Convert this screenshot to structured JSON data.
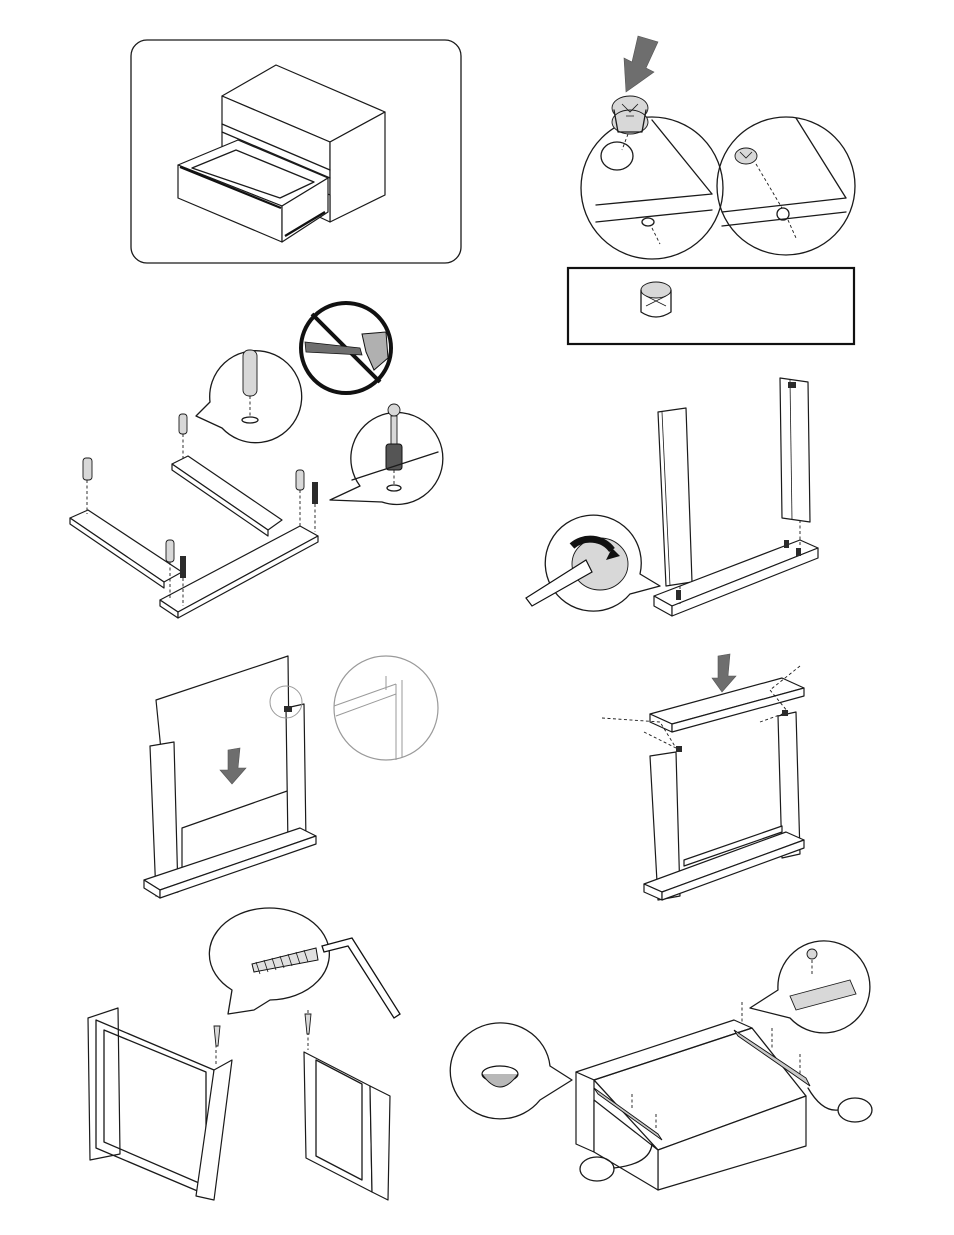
{
  "page": {
    "steps": [
      {
        "id": "overview",
        "description_icon": "nightstand-two-drawers"
      },
      {
        "id": "cam-lock-insert",
        "icon": "cam-lock-icon"
      },
      {
        "id": "dowels-and-pins",
        "icon": "no-hammer-icon"
      },
      {
        "id": "side-panels",
        "icon": "screwdriver-turn-icon"
      },
      {
        "id": "back-panel",
        "icon": "down-arrow-icon"
      },
      {
        "id": "top-panel",
        "icon": "down-arrow-icon"
      },
      {
        "id": "allen-key-screws",
        "icon": "allen-key-icon"
      },
      {
        "id": "drawer-slides",
        "icon": "felt-pad-icon"
      }
    ],
    "callouts": {
      "cam_box_text": "",
      "left_oval_label": "",
      "right_oval_label": ""
    }
  }
}
